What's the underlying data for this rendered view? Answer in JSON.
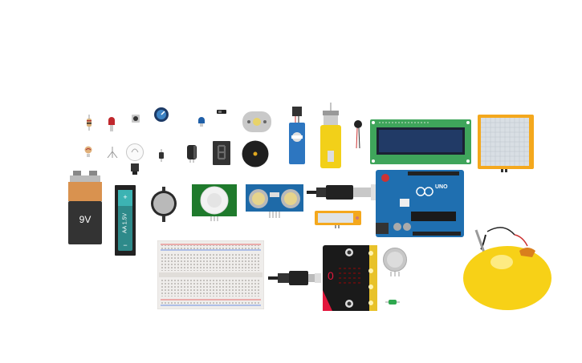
{
  "battery_9v": {
    "label": "9V"
  },
  "battery_aa": {
    "label": "AA 1.5V",
    "plus": "+",
    "minus": "−"
  },
  "arduino": {
    "brand": "UNO"
  },
  "microbit": {
    "digit": "0"
  },
  "colors": {
    "arduino_blue": "#1f6fb0",
    "lcd_green": "#3fa55b",
    "lemon_yellow": "#f7d117",
    "breadboard": "#efedeb",
    "microbit_black": "#1a1a1a"
  }
}
